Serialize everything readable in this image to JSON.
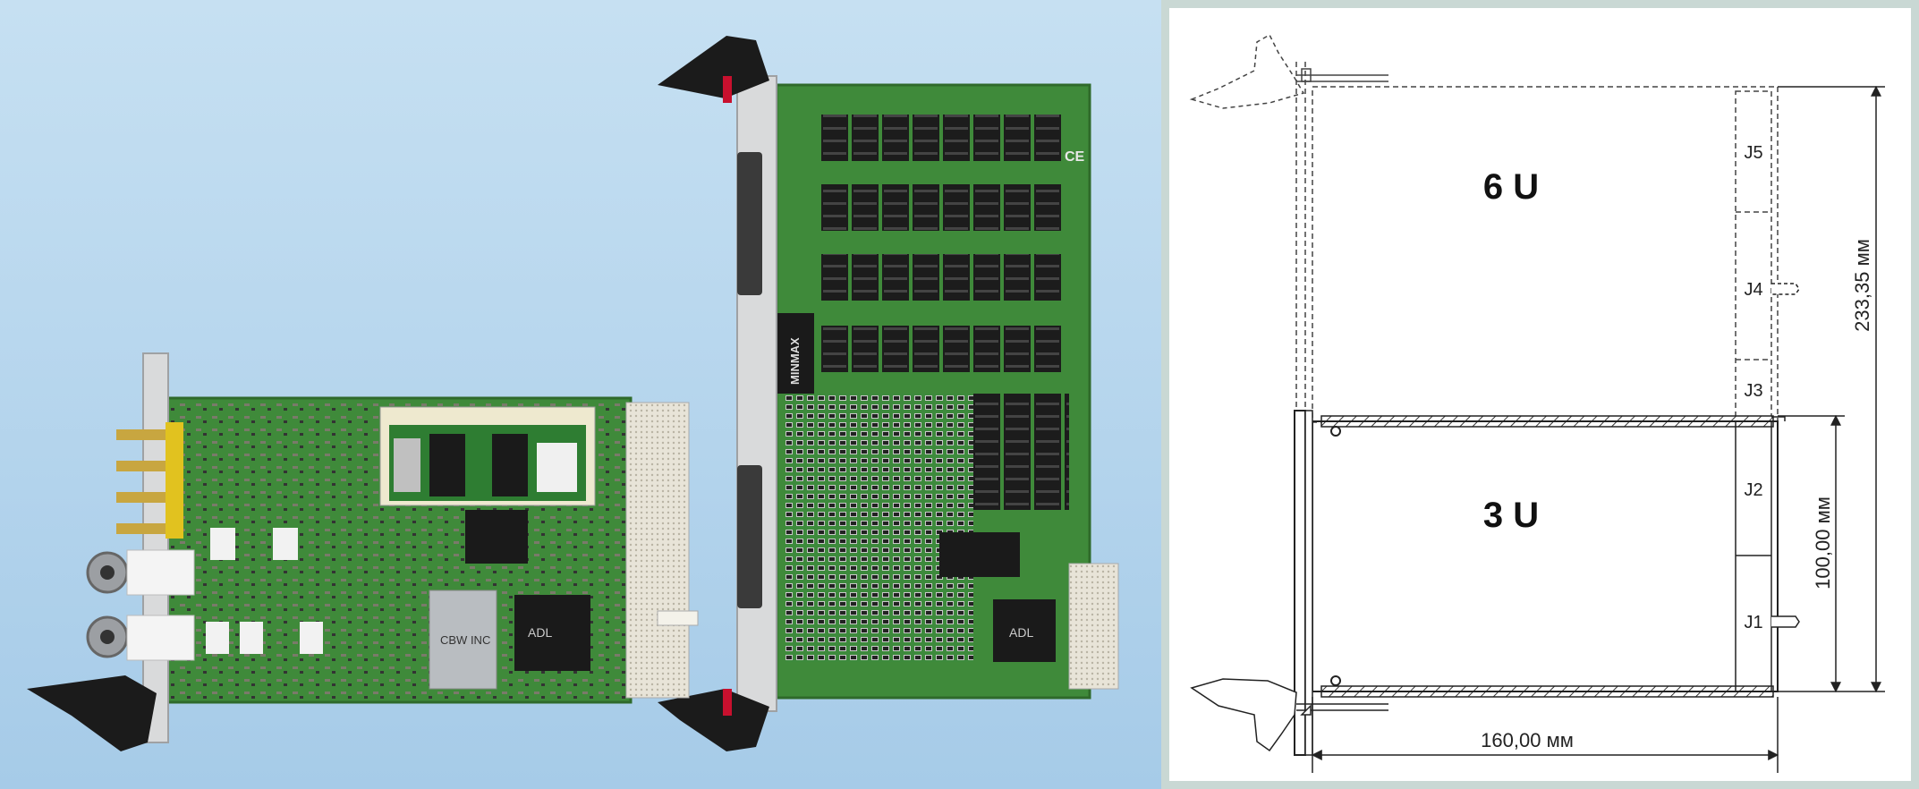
{
  "photo": {
    "left_card": {
      "chip_text_1": "CBW INC",
      "chip_text_2": "ADL"
    },
    "right_card": {
      "brand": "MINMAX",
      "mark": "CE",
      "chip_text": "ADL"
    }
  },
  "drawing": {
    "label_6u": "6 U",
    "label_3u": "3 U",
    "connectors": [
      "J5",
      "J4",
      "J3",
      "J2",
      "J1"
    ],
    "dim_height_6u": "233,35 мм",
    "dim_height_3u": "100,00 мм",
    "dim_depth": "160,00 мм"
  },
  "colors": {
    "sky_top": "#c2dcef",
    "sky_bottom": "#a8cdea",
    "pcb_green": "#3f8a3a",
    "frame_border": "#c9d8d4"
  }
}
